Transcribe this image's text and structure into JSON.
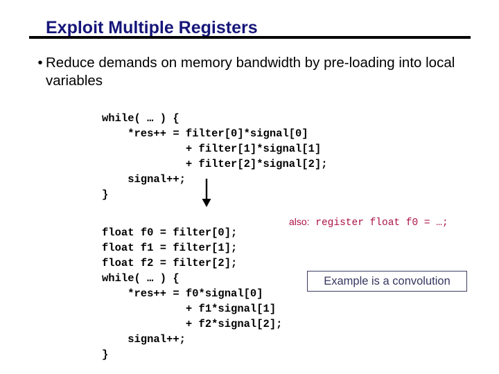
{
  "slide": {
    "title": "Exploit Multiple Registers",
    "title_color": "#16167a",
    "rule_color": "#000000",
    "background": "#ffffff"
  },
  "bullet": {
    "marker": "•",
    "text": "Reduce demands on memory bandwidth by pre-loading into local variables"
  },
  "code_before": {
    "label": "original-loop",
    "text": "while( … ) {\n    *res++ = filter[0]*signal[0]\n             + filter[1]*signal[1]\n             + filter[2]*signal[2];\n    signal++;\n}"
  },
  "code_after": {
    "label": "preloaded-loop",
    "text": "float f0 = filter[0];\nfloat f1 = filter[1];\nfloat f2 = filter[2];\nwhile( … ) {\n    *res++ = f0*signal[0]\n             + f1*signal[1]\n             + f2*signal[2];\n    signal++;\n}"
  },
  "arrow": {
    "name": "down-arrow",
    "direction": "down",
    "color": "#000000"
  },
  "register_note": {
    "lead": "also:",
    "code": " register float f0 = …;",
    "color": "#aa1144"
  },
  "callout": {
    "text": "Example is a convolution",
    "text_color": "#35355f",
    "border_color": "#3b3b63"
  }
}
